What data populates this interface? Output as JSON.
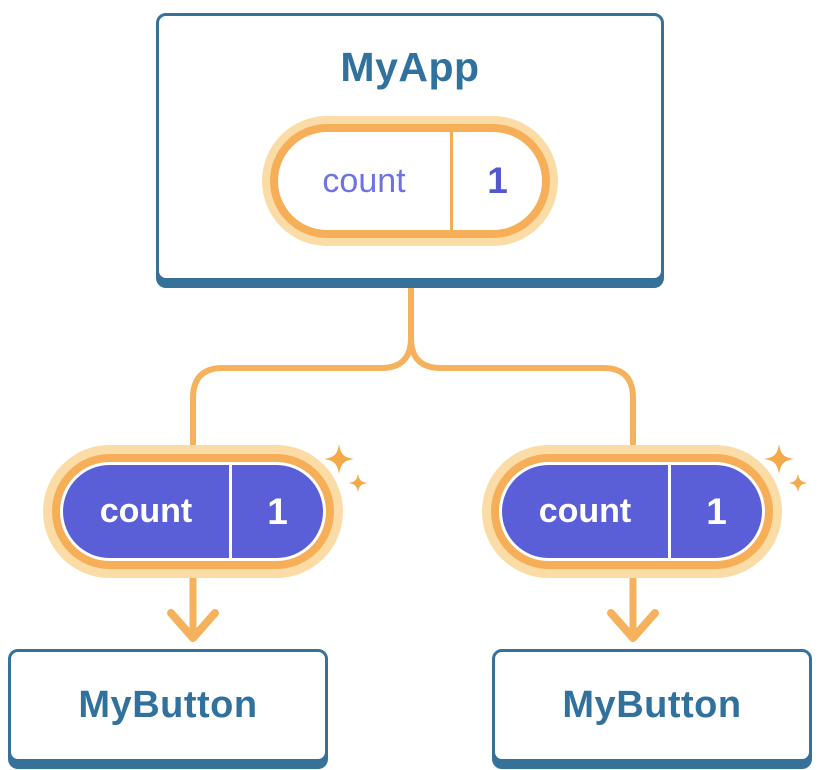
{
  "app": {
    "root": {
      "title": "MyApp",
      "state": {
        "name": "count",
        "value": "1"
      }
    },
    "children": [
      {
        "title": "MyButton",
        "prop": {
          "name": "count",
          "value": "1"
        }
      },
      {
        "title": "MyButton",
        "prop": {
          "name": "count",
          "value": "1"
        }
      }
    ]
  },
  "icons": {
    "sparkle": "four-point-star",
    "arrow_down": "chevron-arrow-down"
  },
  "colors": {
    "background": "#ffffff",
    "card_bg": "#ffffff",
    "card_border": "#36719A",
    "card_shadow": "#36719A",
    "title_text": "#30719E",
    "pill_glow": "#FBDBA6",
    "pill_ring": "#F6AF58",
    "state_pill_bg": "#ffffff",
    "state_name_text": "#6E72E3",
    "state_value_text": "#5257CE",
    "state_divider": "#F2AC52",
    "prop_pill_bg": "#5A5FD8",
    "prop_gap": "#ffffff",
    "prop_text": "#ffffff",
    "prop_divider": "#ffffff",
    "connector": "#F5B15C",
    "sparkle": "#F5A94B"
  }
}
